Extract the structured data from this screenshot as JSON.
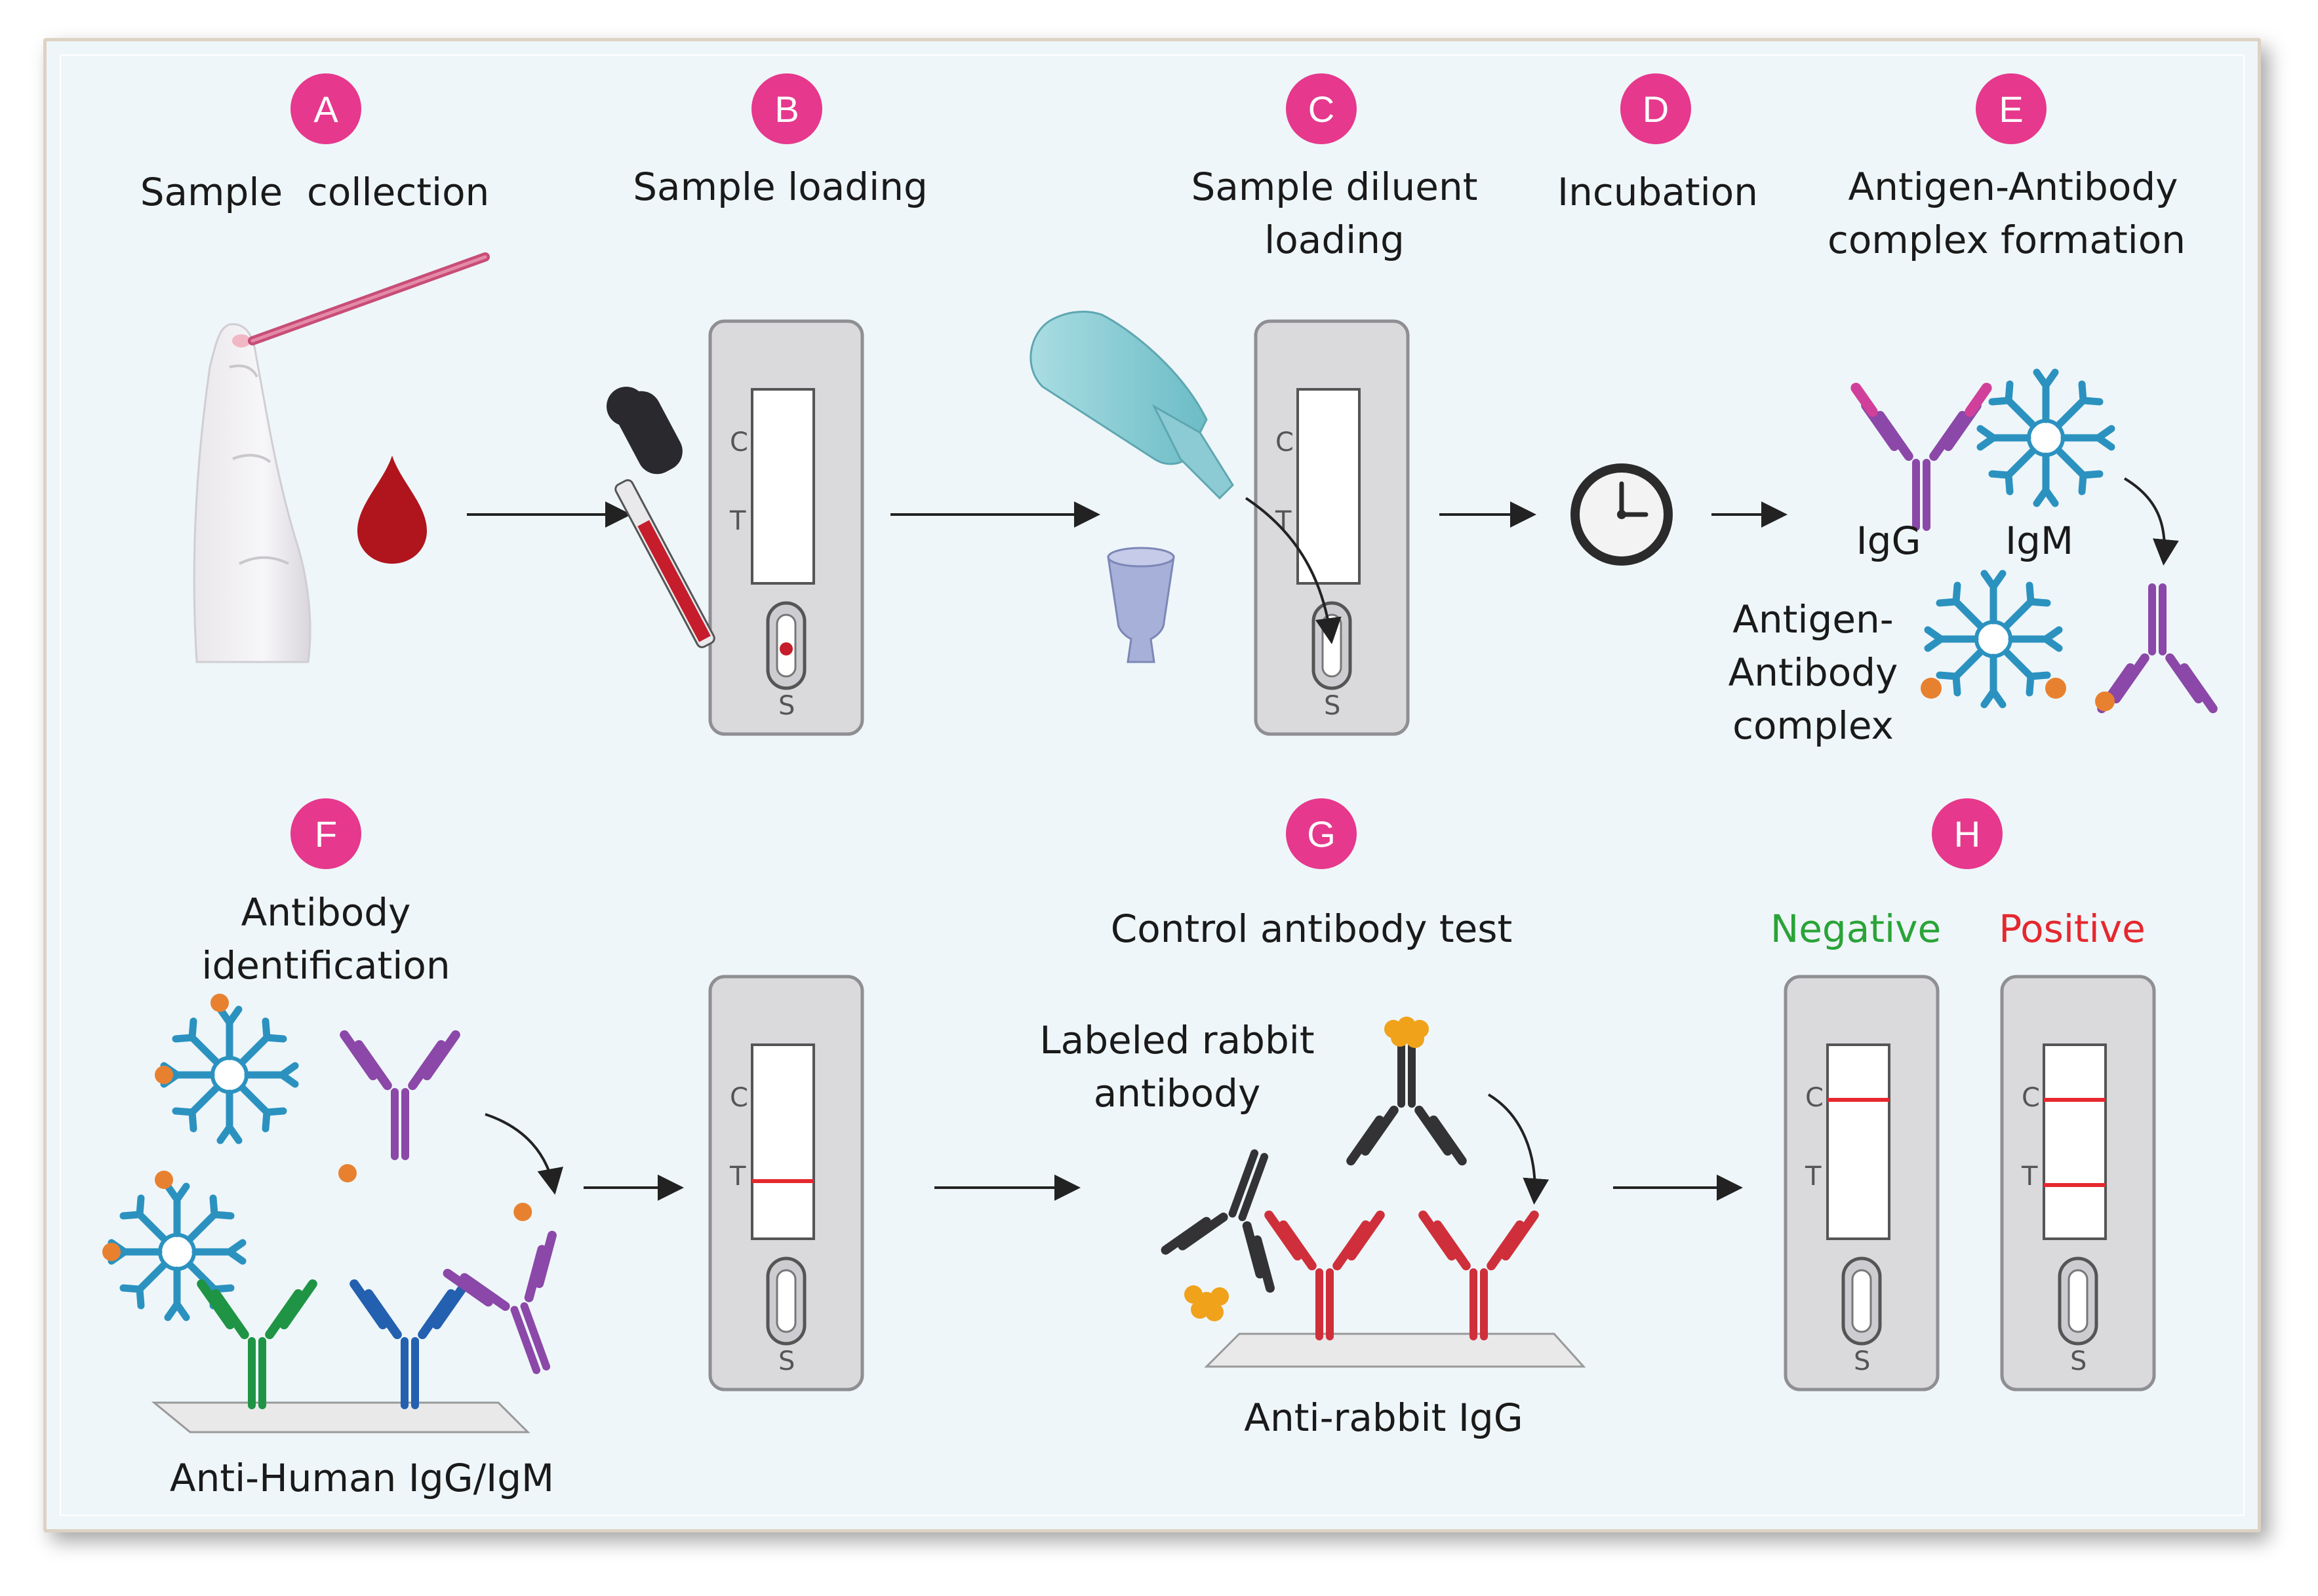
{
  "steps": [
    {
      "letter": "A",
      "title": [
        "Sample  collection"
      ]
    },
    {
      "letter": "B",
      "title": [
        "Sample loading"
      ]
    },
    {
      "letter": "C",
      "title": [
        "Sample diluent",
        "loading"
      ]
    },
    {
      "letter": "D",
      "title": [
        "Incubation"
      ]
    },
    {
      "letter": "E",
      "title": [
        "Antigen-Antibody",
        "complex formation"
      ]
    },
    {
      "letter": "F",
      "title": [
        "Antibody",
        "identification"
      ]
    },
    {
      "letter": "G",
      "title": [
        "Control antibody test"
      ]
    },
    {
      "letter": "H",
      "title": []
    }
  ],
  "labels": {
    "igg": "IgG",
    "igm": "IgM",
    "complex": [
      "Antigen-",
      "Antibody",
      "complex"
    ],
    "labeled_rabbit": [
      "Labeled rabbit",
      "antibody"
    ],
    "anti_rabbit": "Anti-rabbit IgG",
    "anti_human": "Anti-Human IgG/IgM",
    "negative": "Negative",
    "positive": "Positive"
  },
  "cassette": {
    "c": "C",
    "t": "T",
    "s": "S"
  },
  "colors": {
    "step_badge": "#e6388d",
    "test_line": "#e5282e",
    "negative": "#2aa337",
    "positive": "#e5282e",
    "background": "#eef6f9"
  }
}
